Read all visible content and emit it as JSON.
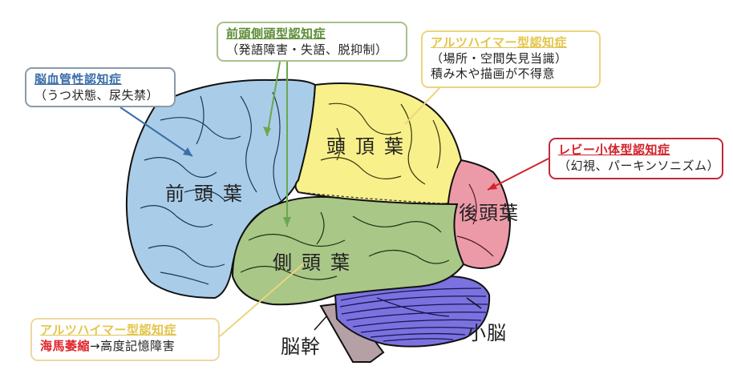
{
  "diagram": {
    "subject": "brain lobes and dementia types",
    "regions": {
      "frontal": {
        "label": "前頭葉",
        "color": "#a9cde9"
      },
      "parietal": {
        "label": "頭頂葉",
        "color": "#f8f08a"
      },
      "temporal": {
        "label": "側頭葉",
        "color": "#a9c787"
      },
      "occipital": {
        "label": "後頭葉",
        "color": "#ec9aa8"
      },
      "cerebellum": {
        "label": "小脳",
        "color": "#7b72e0"
      },
      "brainstem": {
        "label": "脳幹",
        "color": "#b5a0a6"
      }
    },
    "callouts": {
      "vascular": {
        "title": "脳血管性認知症",
        "desc": "（うつ状態、尿失禁）",
        "color": "#3a6ea8",
        "points_to": "前頭葉"
      },
      "ftd": {
        "title": "前頭側頭型認知症",
        "desc": "（発語障害・失語、脱抑制）",
        "color": "#5b8c34",
        "points_to": [
          "前頭葉",
          "側頭葉"
        ]
      },
      "ad_top": {
        "title": "アルツハイマー型認知症",
        "desc_line1": "（場所・空間失見当識）",
        "desc_line2": "積み木や描画が不得意",
        "color": "#e3c54a",
        "points_to": "頭頂葉"
      },
      "lewy": {
        "title": "レビー小体型認知症",
        "desc": "（幻視、パーキンソニズム）",
        "color": "#d2232a",
        "points_to": "後頭葉"
      },
      "ad_bottom": {
        "title": "アルツハイマー型認知症",
        "desc_red": "海馬萎縮",
        "desc_rest": "→高度記憶障害",
        "color": "#e3c54a",
        "points_to": "側頭葉"
      }
    }
  }
}
